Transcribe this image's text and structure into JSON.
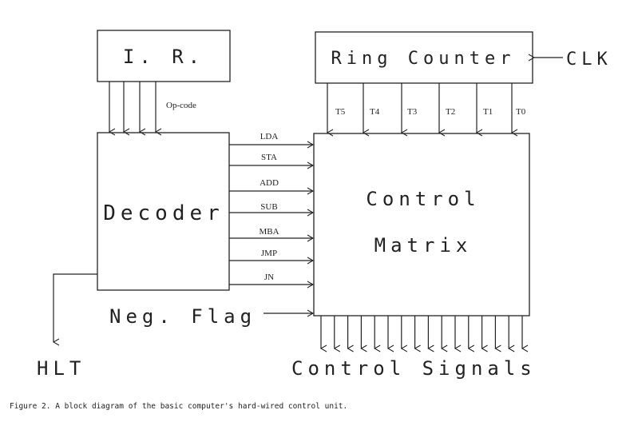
{
  "blocks": {
    "ir": "I. R.",
    "ring_counter": "Ring Counter",
    "decoder": "Decoder",
    "control_matrix_line1": "Control",
    "control_matrix_line2": "Matrix"
  },
  "labels": {
    "clk": "CLK",
    "opcode": "Op-code",
    "neg_flag": "Neg. Flag",
    "hlt": "HLT",
    "control_signals": "Control Signals"
  },
  "timing_signals": [
    "T5",
    "T4",
    "T3",
    "T2",
    "T1",
    "T0"
  ],
  "decoder_outputs": [
    "LDA",
    "STA",
    "ADD",
    "SUB",
    "MBA",
    "JMP",
    "JN"
  ],
  "caption": "Figure 2.  A block diagram of the basic computer's hard-wired control unit."
}
